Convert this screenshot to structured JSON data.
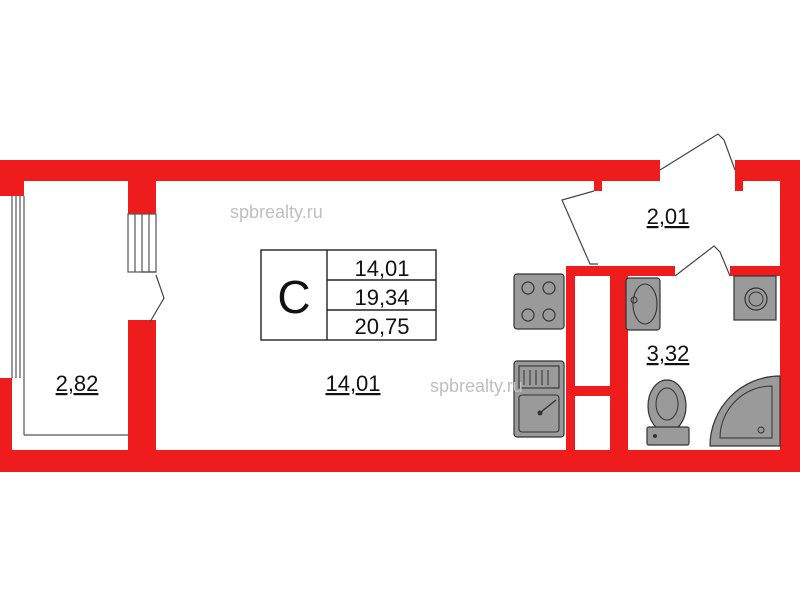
{
  "watermark": "spbrealty.ru",
  "colors": {
    "wall": "#ee1c1c",
    "fixture": "#9a9a9a",
    "line": "#333333"
  },
  "legend": {
    "type_letter": "C",
    "living_area": "14,01",
    "total_area": "19,34",
    "total_area_with_balcony": "20,75"
  },
  "rooms": {
    "main_room": "14,01",
    "balcony": "2,82",
    "hallway": "2,01",
    "bathroom": "3,32"
  },
  "fixtures": [
    "stove-icon",
    "sink-icon",
    "washbasin-icon",
    "washing-machine-icon",
    "toilet-icon",
    "shower-icon"
  ]
}
